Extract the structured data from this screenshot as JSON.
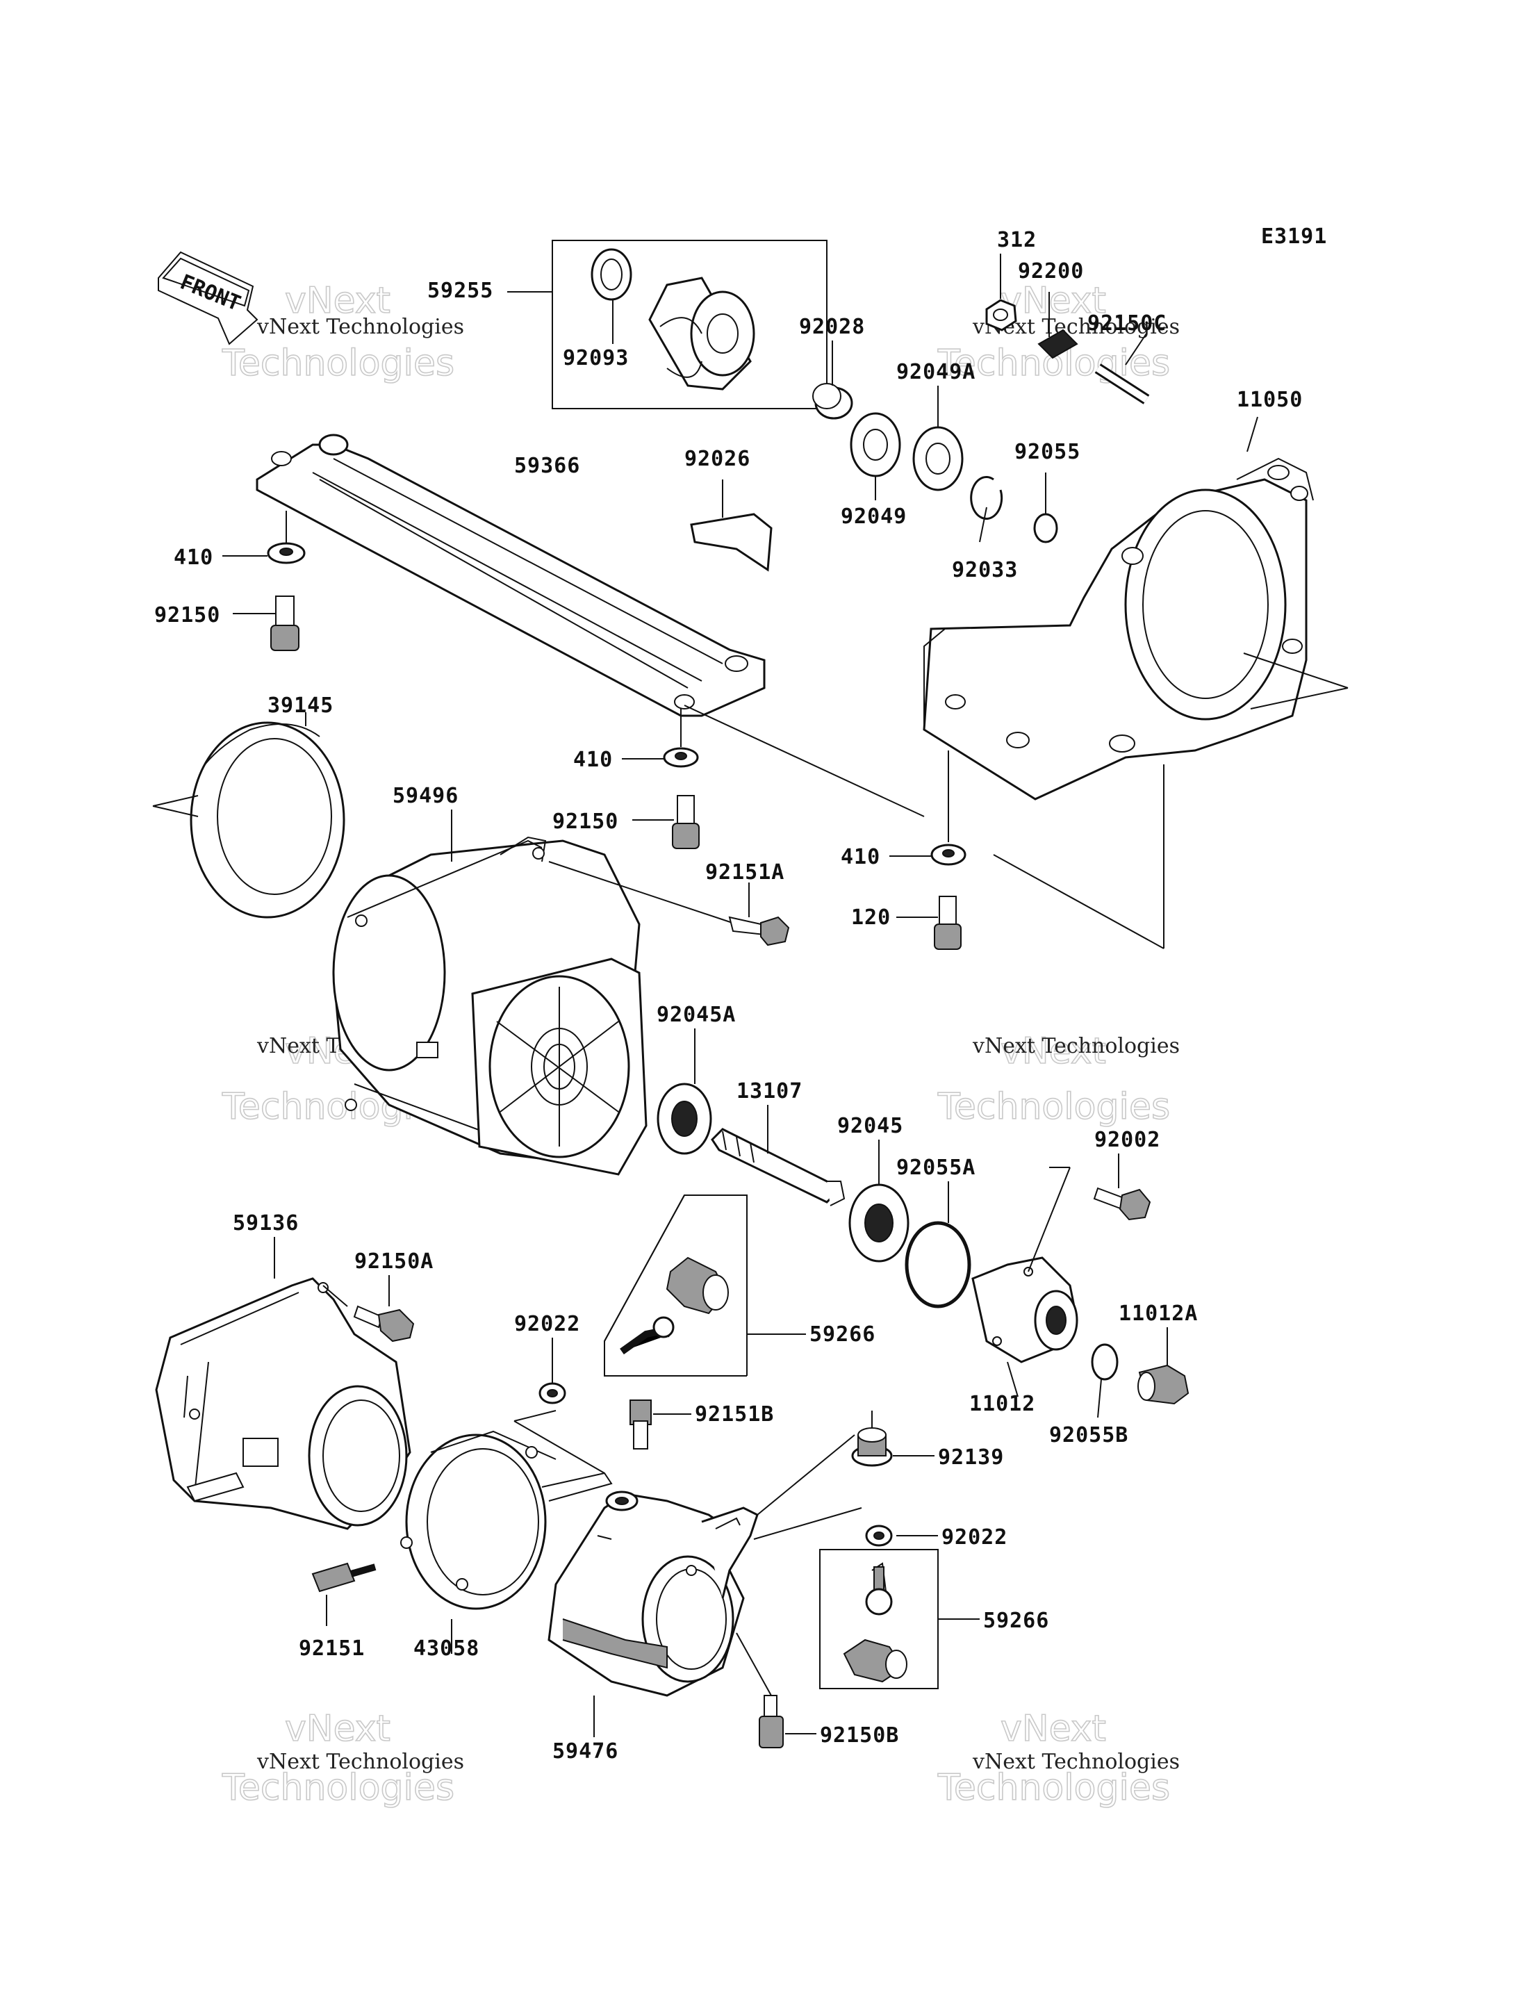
{
  "diagram_code": "E3191",
  "front_label": "FRONT",
  "watermark": {
    "line": "vNext Technologies",
    "big_top": "vNext",
    "big_bottom": "Technologies"
  },
  "parts": [
    "59255",
    "92093",
    "312",
    "92200",
    "92150C",
    "92028",
    "92049A",
    "11050",
    "59366",
    "92026",
    "92055",
    "410",
    "92049",
    "92033",
    "92150",
    "39145",
    "410",
    "59496",
    "92150",
    "410",
    "92151A",
    "120",
    "92045A",
    "13107",
    "92045",
    "92002",
    "92055A",
    "59136",
    "92150A",
    "92022",
    "59266",
    "11012A",
    "11012",
    "92055B",
    "92151B",
    "92139",
    "92022",
    "59266",
    "92151",
    "43058",
    "92150B",
    "59476"
  ],
  "icons": [
    "front-arrow-icon"
  ]
}
